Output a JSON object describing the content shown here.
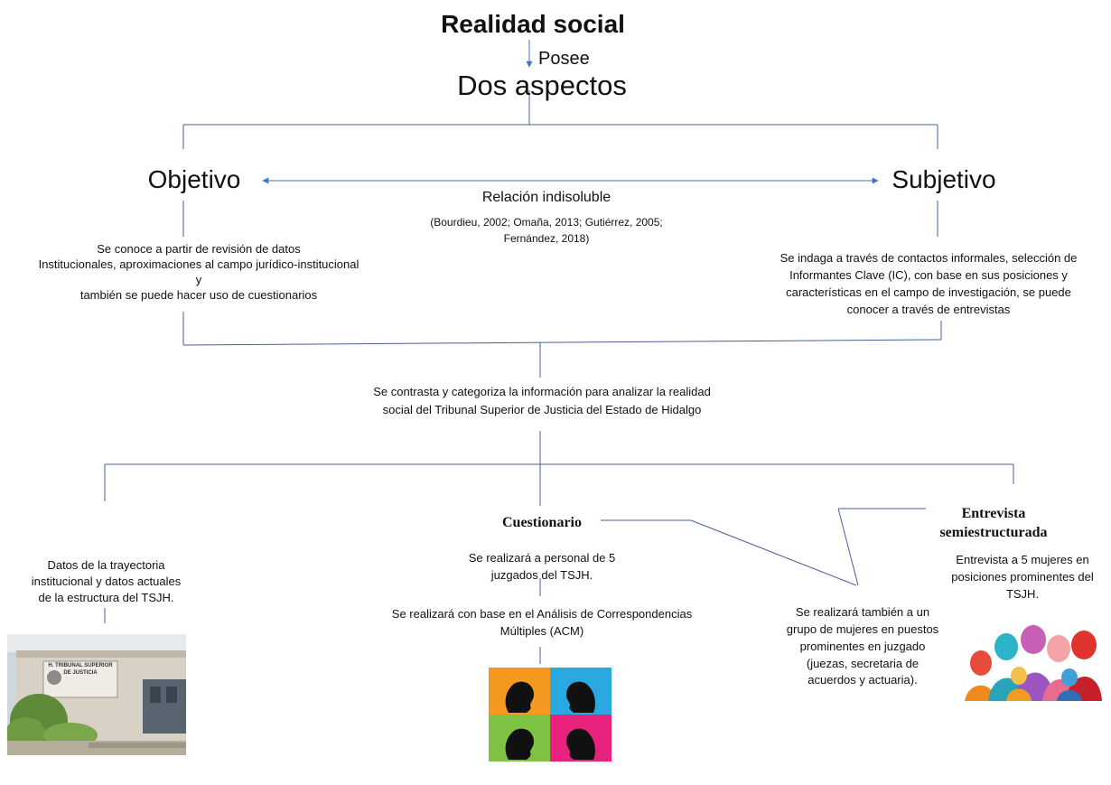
{
  "title": "Realidad social",
  "posee": "Posee",
  "dos_aspectos": "Dos aspectos",
  "objetivo": {
    "heading": "Objetivo",
    "line1": "Se conoce a partir de revisión de datos",
    "line2": "Institucionales, aproximaciones al campo jurídico-institucional",
    "line3": "y",
    "line4": "también se puede hacer uso de cuestionarios"
  },
  "subjetivo": {
    "heading": "Subjetivo",
    "line1": "Se indaga a través de contactos informales, selección de",
    "line2": "Informantes Clave (IC), con base en sus posiciones y",
    "line3": "características en el campo de investigación, se puede",
    "line4": "conocer a través de entrevistas"
  },
  "relacion": {
    "label": "Relación indisoluble",
    "cite1": "(Bourdieu, 2002; Omaña, 2013; Gutiérrez, 2005;",
    "cite2": "Fernández, 2018)"
  },
  "contrasta": {
    "line1": "Se contrasta y categoriza la información para analizar la realidad",
    "line2": "social del Tribunal Superior de Justicia del Estado de Hidalgo"
  },
  "datos": {
    "line1": "Datos de la trayectoria",
    "line2": "institucional y datos actuales",
    "line3": "de la estructura del TSJH.",
    "sign_line1": "H. TRIBUNAL SUPERIOR",
    "sign_line2": "DE JUSTICIA"
  },
  "cuestionario": {
    "heading": "Cuestionario",
    "line1": "Se realizará a personal de 5",
    "line2": "juzgados del TSJH.",
    "line3": "Se realizará con base en el Análisis de Correspondencias",
    "line4": "Múltiples (ACM)"
  },
  "grupo": {
    "line1": "Se realizará también a un",
    "line2": "grupo de mujeres en puestos",
    "line3": "prominentes en juzgado",
    "line4": "(juezas, secretaria de",
    "line5": "acuerdos y actuaria)."
  },
  "entrevista": {
    "heading1": "Entrevista",
    "heading2": "semiestructurada",
    "line1": "Entrevista a 5 mujeres en",
    "line2": "posiciones prominentes del",
    "line3": "TSJH."
  },
  "colors": {
    "line": "#4a5f9a",
    "arrow": "#4472c4",
    "tile_orange": "#f5981f",
    "tile_blue": "#29a9e0",
    "tile_green": "#7dc242",
    "tile_pink": "#e8237d"
  }
}
